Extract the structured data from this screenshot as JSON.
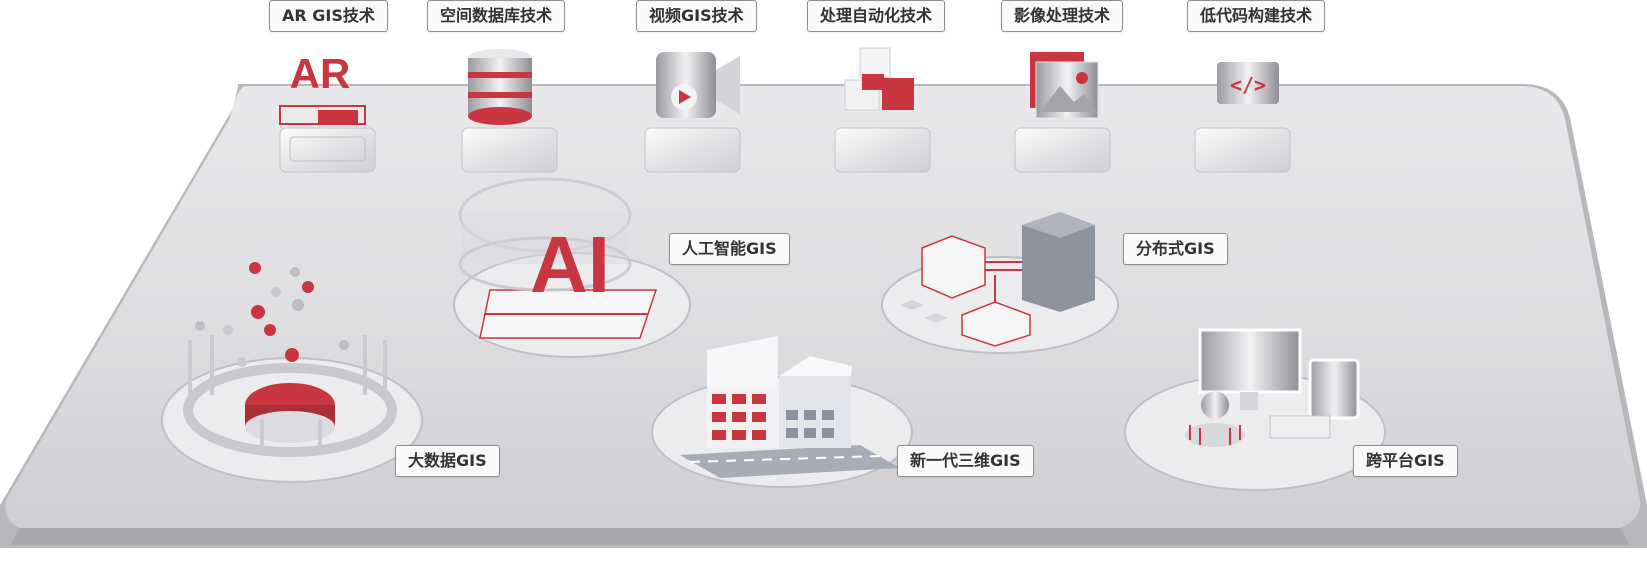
{
  "top_labels": [
    "AR GIS技术",
    "空间数据库技术",
    "视频GIS技术",
    "处理自动化技术",
    "影像处理技术",
    "低代码构建技术"
  ],
  "platform_labels": {
    "ai": "人工智能GIS",
    "distributed": "分布式GIS",
    "bigdata": "大数据GIS",
    "new3d": "新一代三维GIS",
    "cross": "跨平台GIS"
  },
  "icons": {
    "ar_text": "AR",
    "ai_text": "AI",
    "code_text": "</>"
  },
  "colors": {
    "accent": "#c9363f",
    "platform": "#dcdcdf",
    "platform_edge": "#b9b9bd",
    "label_border": "#8e8e8e",
    "text": "#333333"
  }
}
